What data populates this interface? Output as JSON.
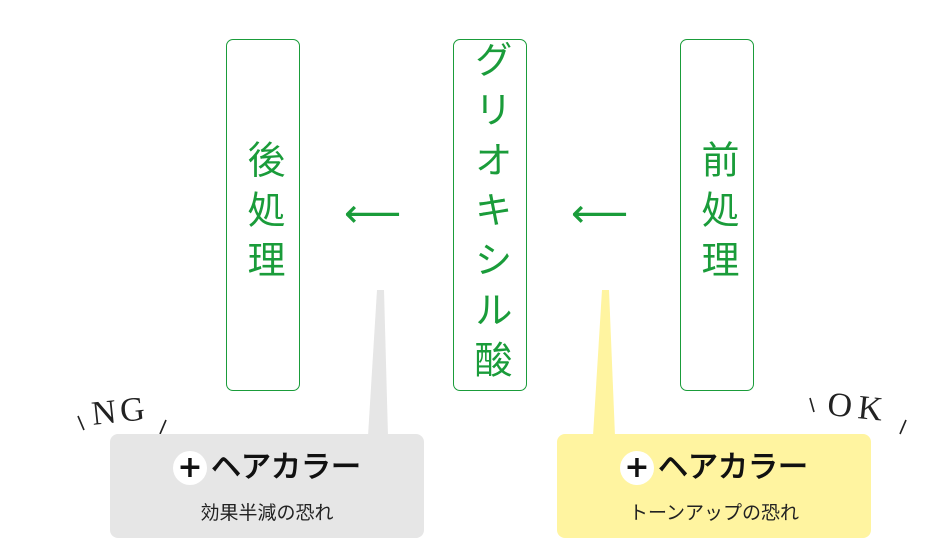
{
  "steps": {
    "post": "後処理",
    "glyoxylic": "グリオキシル酸",
    "pre": "前処理"
  },
  "arrow_glyph": "⟵",
  "ng": {
    "verdict": "NG",
    "plus": "+",
    "title": "ヘアカラー",
    "subtitle": "効果半減の恐れ"
  },
  "ok": {
    "verdict": "OK",
    "plus": "+",
    "title": "ヘアカラー",
    "subtitle": "トーンアップの恐れ"
  },
  "colors": {
    "green": "#1a9c3a",
    "ng_box": "#e6e6e6",
    "ok_box": "#fff4a0"
  }
}
